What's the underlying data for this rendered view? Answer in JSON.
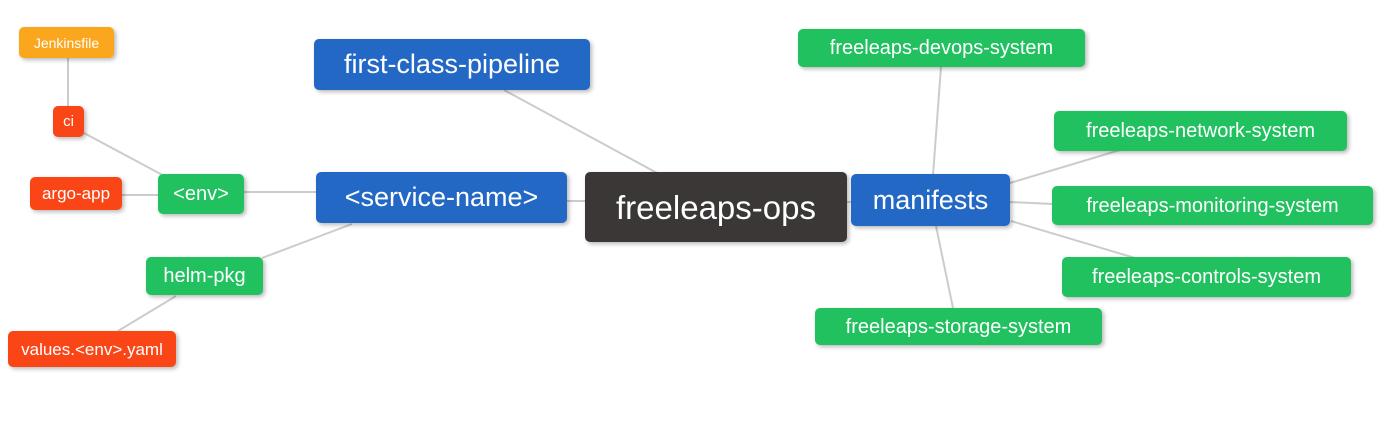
{
  "diagram": {
    "type": "mindmap",
    "palette": {
      "root_bg": "#3B3737",
      "primary_bg": "#2368C4",
      "green_bg": "#22C160",
      "red_bg": "#FA4616",
      "orange_bg": "#FAA71E",
      "edge_color": "#CCCCCC",
      "text_color": "#FFFFFF",
      "background": "#FFFFFF"
    },
    "nodes": [
      {
        "id": "jenkinsfile",
        "label": "Jenkinsfile",
        "color_role": "orange_bg"
      },
      {
        "id": "ci",
        "label": "ci",
        "color_role": "red_bg"
      },
      {
        "id": "argo-app",
        "label": "argo-app",
        "color_role": "red_bg"
      },
      {
        "id": "env",
        "label": "<env>",
        "color_role": "green_bg"
      },
      {
        "id": "first-class-pipeline",
        "label": "first-class-pipeline",
        "color_role": "primary_bg"
      },
      {
        "id": "service-name",
        "label": "<service-name>",
        "color_role": "primary_bg"
      },
      {
        "id": "freeleaps-ops",
        "label": "freeleaps-ops",
        "color_role": "root_bg"
      },
      {
        "id": "manifests",
        "label": "manifests",
        "color_role": "primary_bg"
      },
      {
        "id": "helm-pkg",
        "label": "helm-pkg",
        "color_role": "green_bg"
      },
      {
        "id": "values-env-yaml",
        "label": "values.<env>.yaml",
        "color_role": "red_bg"
      },
      {
        "id": "devops-system",
        "label": "freeleaps-devops-system",
        "color_role": "green_bg"
      },
      {
        "id": "network-system",
        "label": "freeleaps-network-system",
        "color_role": "green_bg"
      },
      {
        "id": "monitoring-system",
        "label": "freeleaps-monitoring-system",
        "color_role": "green_bg"
      },
      {
        "id": "controls-system",
        "label": "freeleaps-controls-system",
        "color_role": "green_bg"
      },
      {
        "id": "storage-system",
        "label": "freeleaps-storage-system",
        "color_role": "green_bg"
      }
    ],
    "edges": [
      {
        "from": "jenkinsfile",
        "to": "ci"
      },
      {
        "from": "ci",
        "to": "env"
      },
      {
        "from": "argo-app",
        "to": "env"
      },
      {
        "from": "env",
        "to": "service-name"
      },
      {
        "from": "helm-pkg",
        "to": "service-name"
      },
      {
        "from": "values-env-yaml",
        "to": "helm-pkg"
      },
      {
        "from": "first-class-pipeline",
        "to": "freeleaps-ops"
      },
      {
        "from": "service-name",
        "to": "freeleaps-ops"
      },
      {
        "from": "freeleaps-ops",
        "to": "manifests"
      },
      {
        "from": "manifests",
        "to": "devops-system"
      },
      {
        "from": "manifests",
        "to": "network-system"
      },
      {
        "from": "manifests",
        "to": "monitoring-system"
      },
      {
        "from": "manifests",
        "to": "controls-system"
      },
      {
        "from": "manifests",
        "to": "storage-system"
      }
    ]
  }
}
